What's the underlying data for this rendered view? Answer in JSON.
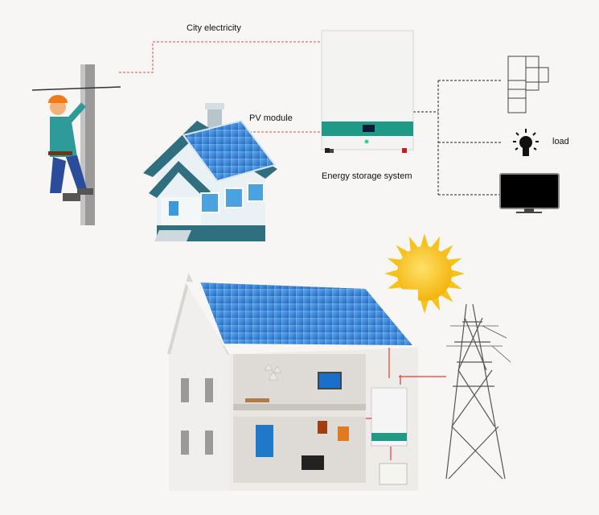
{
  "labels": {
    "city_electricity": "City electricity",
    "pv_module": "PV module",
    "energy_storage_system": "Energy storage system",
    "load": "load"
  },
  "colors": {
    "city_line": "#d9534f",
    "load_line": "#222222",
    "ess_band": "#1e9a86",
    "panel_blue": "#2f7fd6",
    "sun": "#f6c21c",
    "house_teal": "#2f6f80"
  }
}
